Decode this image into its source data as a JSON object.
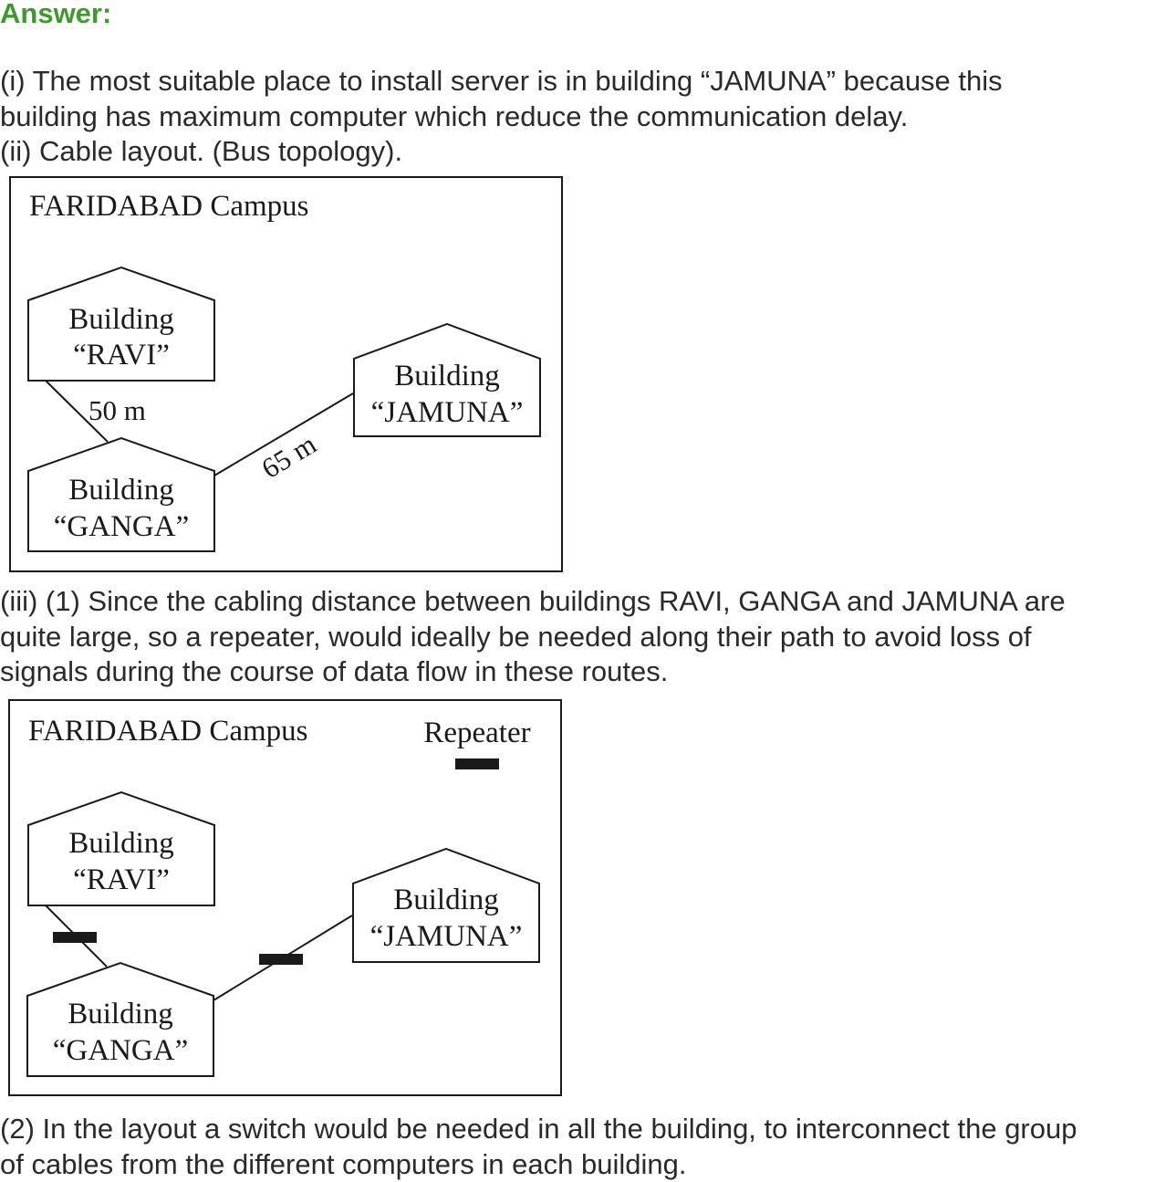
{
  "heading": "Answer:",
  "para_i": [
    "(i) The most suitable place to install server is in building “JAMUNA” because this",
    "building has maximum computer which reduce the communication delay."
  ],
  "para_ii": "(ii) Cable layout. (Bus topology).",
  "diagram1": {
    "title": "FARIDABAD Campus",
    "buildings": {
      "ravi": [
        "Building",
        "“RAVI”"
      ],
      "ganga": [
        "Building",
        "“GANGA”"
      ],
      "jamuna": [
        "Building",
        "“JAMUNA”"
      ]
    },
    "links": {
      "ravi_ganga": "50 m",
      "ganga_jamuna": "65 m"
    }
  },
  "para_iii": [
    "(iii) (1) Since the cabling distance between buildings RAVI, GANGA and JAMUNA are",
    "quite large, so a repeater, would ideally be needed along their path to avoid loss of",
    "signals during the course of data flow in these routes."
  ],
  "diagram2": {
    "title": "FARIDABAD Campus",
    "legend": "Repeater",
    "buildings": {
      "ravi": [
        "Building",
        "“RAVI”"
      ],
      "ganga": [
        "Building",
        "“GANGA”"
      ],
      "jamuna": [
        "Building",
        "“JAMUNA”"
      ]
    }
  },
  "para_2": [
    "(2) In the layout a switch would be needed in all the building, to interconnect the group",
    "of cables from the different computers in each building."
  ]
}
